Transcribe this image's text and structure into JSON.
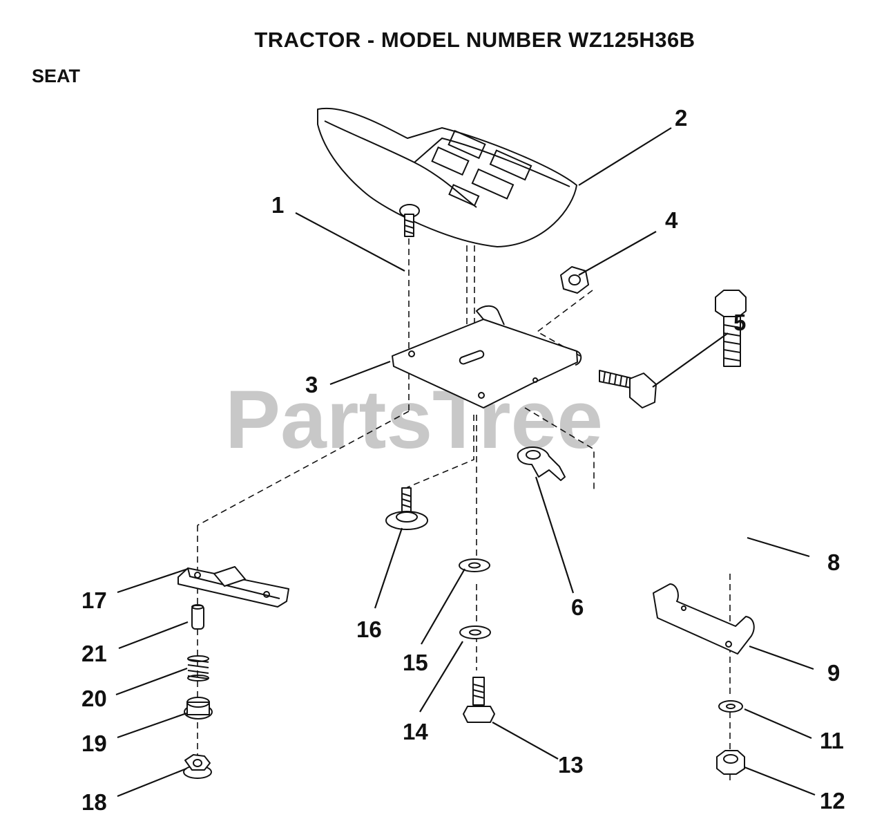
{
  "header": {
    "title": "TRACTOR  - MODEL NUMBER WZ125H36B",
    "section": "SEAT"
  },
  "watermark": "PartsTree",
  "callouts": [
    "1",
    "2",
    "3",
    "4",
    "5",
    "6",
    "8",
    "9",
    "11",
    "12",
    "13",
    "14",
    "15",
    "16",
    "17",
    "18",
    "19",
    "20",
    "21"
  ]
}
